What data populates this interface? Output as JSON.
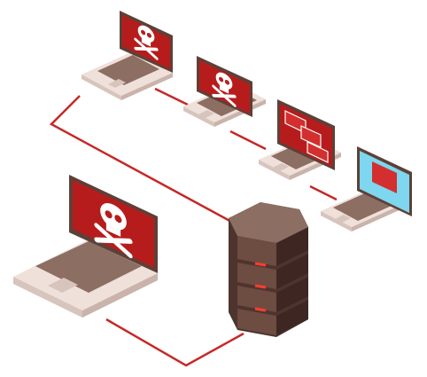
{
  "colors": {
    "background": "#ffffff",
    "network_line": "#c62828",
    "screen_red": "#b71c1c",
    "screen_red_light": "#d32f2f",
    "screen_blue": "#7ed6ef",
    "bezel": "#5d4037",
    "keyboard_deck": "#f3e6e0",
    "key": "#8d6e63",
    "server_body": "#6d4c41",
    "server_dark": "#3e2723",
    "server_led": "#ff3d2e",
    "skull": "#ffffff"
  },
  "icons": {
    "infected_screen": "skull-crossbones-icon",
    "popup_screen": "error-window-icon",
    "server": "server-rack-icon"
  },
  "laptops": [
    {
      "id": "laptop-1",
      "state": "infected"
    },
    {
      "id": "laptop-2",
      "state": "infected"
    },
    {
      "id": "laptop-3",
      "state": "popups"
    },
    {
      "id": "laptop-4",
      "state": "warning"
    },
    {
      "id": "laptop-main",
      "state": "infected"
    }
  ],
  "server": {
    "units": 4
  }
}
